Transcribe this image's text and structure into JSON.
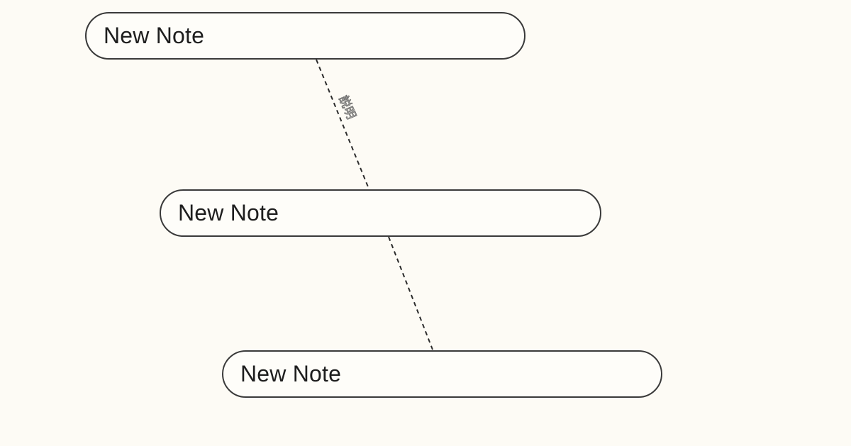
{
  "notes": [
    {
      "title": "New Note"
    },
    {
      "title": "New Note"
    },
    {
      "title": "New Note"
    }
  ],
  "links": [
    {
      "from": 0,
      "to": 1,
      "label": "説明"
    },
    {
      "from": 1,
      "to": 2,
      "label": ""
    }
  ],
  "colors": {
    "background": "#fdfbf5",
    "note_border": "#3a3a3a",
    "link_line": "#2c2c2c",
    "link_label": "#6a6a6a"
  }
}
